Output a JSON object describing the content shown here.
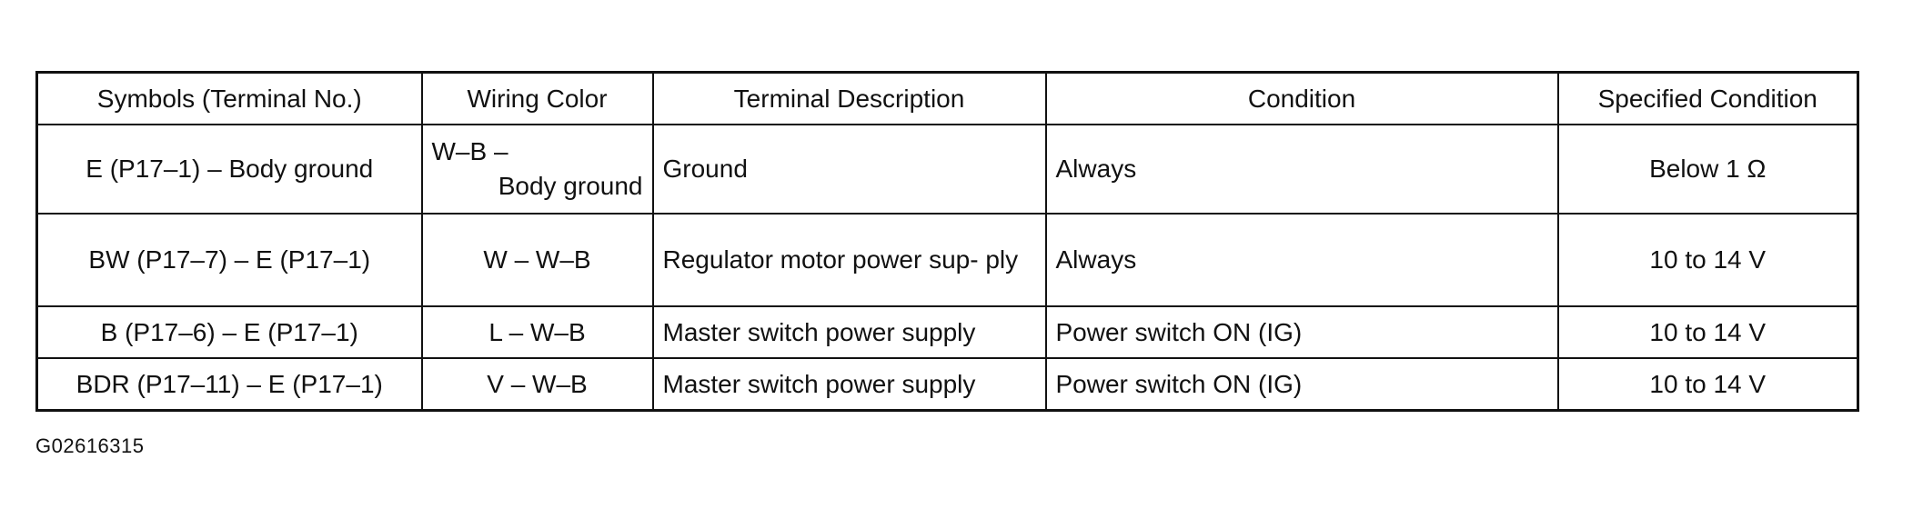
{
  "table": {
    "headers": [
      "Symbols (Terminal No.)",
      "Wiring Color",
      "Terminal Description",
      "Condition",
      "Specified Condition"
    ],
    "rows": [
      {
        "symbols": "E (P17–1) – Body ground",
        "wiring_color_line1": "W–B –",
        "wiring_color_line2": "Body ground",
        "description": "Ground",
        "condition": "Always",
        "specified": "Below 1 Ω"
      },
      {
        "symbols": "BW (P17–7) – E (P17–1)",
        "wiring_color": "W – W–B",
        "description": "Regulator motor power sup- ply",
        "condition": "Always",
        "specified": "10 to 14 V"
      },
      {
        "symbols": "B (P17–6) – E (P17–1)",
        "wiring_color": "L – W–B",
        "description": "Master switch power supply",
        "condition": "Power switch ON (IG)",
        "specified": "10 to 14 V"
      },
      {
        "symbols": "BDR (P17–11) – E (P17–1)",
        "wiring_color": "V – W–B",
        "description": "Master switch power supply",
        "condition": "Power switch ON (IG)",
        "specified": "10 to 14 V"
      }
    ]
  },
  "figure_id": "G02616315"
}
